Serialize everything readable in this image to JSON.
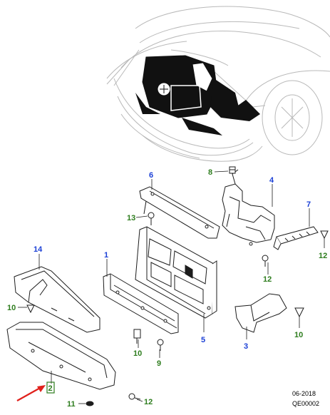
{
  "colors": {
    "callout_blue": "#1a3fd6",
    "callout_green": "#2e7d1e",
    "car_line": "#b9b9b9",
    "part_stroke": "#1c1c1c",
    "dark_fill": "#111111",
    "pointer_red": "#e0201b",
    "highlight_border": "#2e7d1e"
  },
  "callouts": [
    {
      "id": "c6",
      "label": "6",
      "type": "part",
      "color": "blue"
    },
    {
      "id": "c8",
      "label": "8",
      "type": "fastener",
      "color": "green"
    },
    {
      "id": "c4",
      "label": "4",
      "type": "part",
      "color": "blue"
    },
    {
      "id": "c13",
      "label": "13",
      "type": "fastener",
      "color": "green"
    },
    {
      "id": "c7",
      "label": "7",
      "type": "part",
      "color": "blue"
    },
    {
      "id": "c12a",
      "label": "12",
      "type": "fastener",
      "color": "green"
    },
    {
      "id": "c14",
      "label": "14",
      "type": "part",
      "color": "blue"
    },
    {
      "id": "c1",
      "label": "1",
      "type": "part",
      "color": "blue"
    },
    {
      "id": "c12b",
      "label": "12",
      "type": "fastener",
      "color": "green"
    },
    {
      "id": "c10a",
      "label": "10",
      "type": "fastener",
      "color": "green"
    },
    {
      "id": "c5",
      "label": "5",
      "type": "part",
      "color": "blue"
    },
    {
      "id": "c3",
      "label": "3",
      "type": "part",
      "color": "blue"
    },
    {
      "id": "c10b",
      "label": "10",
      "type": "fastener",
      "color": "green"
    },
    {
      "id": "c10c",
      "label": "10",
      "type": "fastener",
      "color": "green"
    },
    {
      "id": "c9",
      "label": "9",
      "type": "fastener",
      "color": "green"
    },
    {
      "id": "c2",
      "label": "2",
      "type": "fastener",
      "color": "green",
      "highlighted": true
    },
    {
      "id": "c11",
      "label": "11",
      "type": "fastener",
      "color": "green"
    },
    {
      "id": "c12c",
      "label": "12",
      "type": "fastener",
      "color": "green"
    }
  ],
  "footer": {
    "date": "06-2018",
    "code": "QE00002"
  }
}
